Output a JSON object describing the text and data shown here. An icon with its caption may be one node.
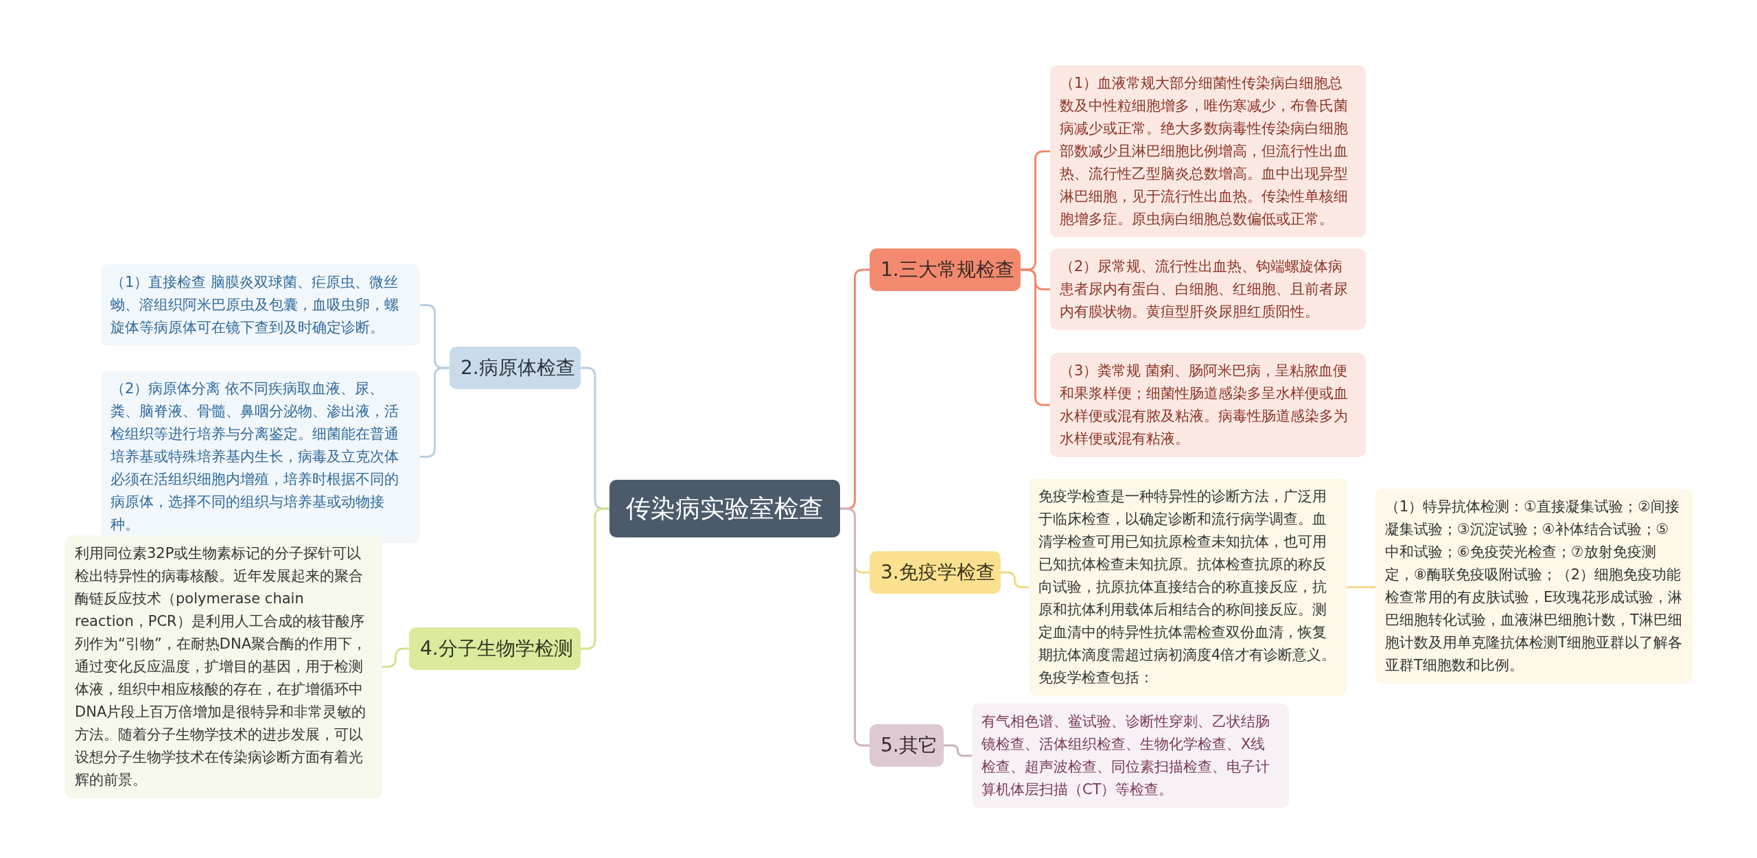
{
  "diagram": {
    "nodes": [
      {
        "text": [
          "传染病实验室检查"
        ]
      },
      {
        "text": [
          "1.三大常规检查"
        ]
      },
      {
        "text": [
          "（1）血液常规大部分细菌性传染病白细胞总数及中性粒细胞增多，唯伤寒减少，布鲁氏菌病减少或正常。绝大多数病毒性传染病白细胞部数减少且淋巴细胞比例增高，但流行性出血热、流行性乙型脑炎总数增高。血中出现异型淋巴细胞，见于流行性出血热。传染性单核细胞增多症。原虫病白细胞总数偏低或正常。"
        ]
      },
      {
        "text": [
          "（2）尿常规、流行性出血热、钩端螺旋体病患者尿内有蛋白、白细胞、红细胞、且前者尿内有膜状物。黄疸型肝炎尿胆红质阳性。"
        ]
      },
      {
        "text": [
          "（3）粪常规 菌痢、肠阿米巴病，呈粘脓血便和果浆样便；细菌性肠道感染多呈水样便或血水样便或混有脓及粘液。病毒性肠道感染多为水样便或混有粘液。"
        ]
      },
      {
        "text": [
          "2.病原体检查"
        ]
      },
      {
        "text": [
          "（1）直接检查 脑膜炎双球菌、疟原虫、微丝蚴、溶组织阿米巴原虫及包囊，血吸虫卵，螺旋体等病原体可在镜下查到及时确定诊断。"
        ]
      },
      {
        "text": [
          "（2）病原体分离 依不同疾病取血液、尿、粪、脑脊液、骨髓、鼻咽分泌物、渗出液，活检组织等进行培养与分离鉴定。细菌能在普通培养基或特殊培养基内生长，病毒及立克次体必须在活组织细胞内增殖，培养时根据不同的病原体，选择不同的组织与培养基或动物接种。"
        ]
      },
      {
        "text": [
          "3.免疫学检查"
        ]
      },
      {
        "text": [
          "免疫学检查是一种特异性的诊断方法，广泛用于临床检查，以确定诊断和流行病学调查。血清学检查可用已知抗原检查未知抗体，也可用已知抗体检查未知抗原。抗体检查抗原的称反向试验，抗原抗体直接结合的称直接反应，抗原和抗体利用载体后相结合的称间接反应。测定血清中的特异性抗体需检查双份血清，恢复期抗体滴度需超过病初滴度4倍才有诊断意义。免疫学检查包括："
        ]
      },
      {
        "text": [
          "（1）特异抗体检测：①直接凝集试验；②间接凝集试验；③沉淀试验；④补体结合试验；⑤中和试验；⑥免疫荧光检查；⑦放射免疫测定，⑧酶联免疫吸附试验；（2）细胞免疫功能检查常用的有皮肤试验，E玫瑰花形成试验，淋巴细胞转化试验，血液淋巴细胞计数，T淋巴细胞计数及用单克隆抗体检测T细胞亚群以了解各亚群T细胞数和比例。"
        ]
      },
      {
        "text": [
          "4.分子生物学检测"
        ]
      },
      {
        "text": [
          "利用同位素32P或生物素标记的分子探针可以检出特异性的病毒核酸。近年发展起来的聚合酶链反应技术（polymerase chain reaction，PCR）是利用人工合成的核苷酸序列作为“引物”，在耐热DNA聚合酶的作用下，通过变化反应温度，扩增目的基因，用于检测体液，组织中相应核酸的存在，在扩增循环中DNA片段上百万倍增加是很特异和非常灵敏的方法。随着分子生物学技术的进步发展，可以设想分子生物学技术在传染病诊断方面有着光辉的前景。"
        ]
      },
      {
        "text": [
          "5.其它"
        ]
      },
      {
        "text": [
          "有气相色谱、鲎试验、诊断性穿刺、乙状结肠镜检查、活体组织检查、生物化学检查、X线检查、超声波检查、同位素扫描检查、电子计算机体层扫描（CT）等检查。"
        ]
      }
    ],
    "edges": [
      {
        "from": 0,
        "to": 1,
        "arrow": "none",
        "color": "#f08a6e"
      },
      {
        "from": 1,
        "to": 2,
        "arrow": "none",
        "color": "#f08a6e"
      },
      {
        "from": 1,
        "to": 3,
        "arrow": "none",
        "color": "#f08a6e"
      },
      {
        "from": 1,
        "to": 4,
        "arrow": "none",
        "color": "#f08a6e"
      },
      {
        "from": 0,
        "to": 5,
        "arrow": "none",
        "color": "#b9cee2"
      },
      {
        "from": 5,
        "to": 6,
        "arrow": "none",
        "color": "#b9cee2"
      },
      {
        "from": 5,
        "to": 7,
        "arrow": "none",
        "color": "#b9cee2"
      },
      {
        "from": 0,
        "to": 8,
        "arrow": "none",
        "color": "#f1d98c"
      },
      {
        "from": 8,
        "to": 9,
        "arrow": "none",
        "color": "#f1d98c"
      },
      {
        "from": 9,
        "to": 10,
        "arrow": "none",
        "color": "#f1d98c"
      },
      {
        "from": 0,
        "to": 11,
        "arrow": "none",
        "color": "#d3e38c"
      },
      {
        "from": 11,
        "to": 12,
        "arrow": "none",
        "color": "#d3e38c"
      },
      {
        "from": 0,
        "to": 13,
        "arrow": "none",
        "color": "#cdb3c0"
      },
      {
        "from": 13,
        "to": 14,
        "arrow": "none",
        "color": "#cdb3c0"
      }
    ]
  }
}
